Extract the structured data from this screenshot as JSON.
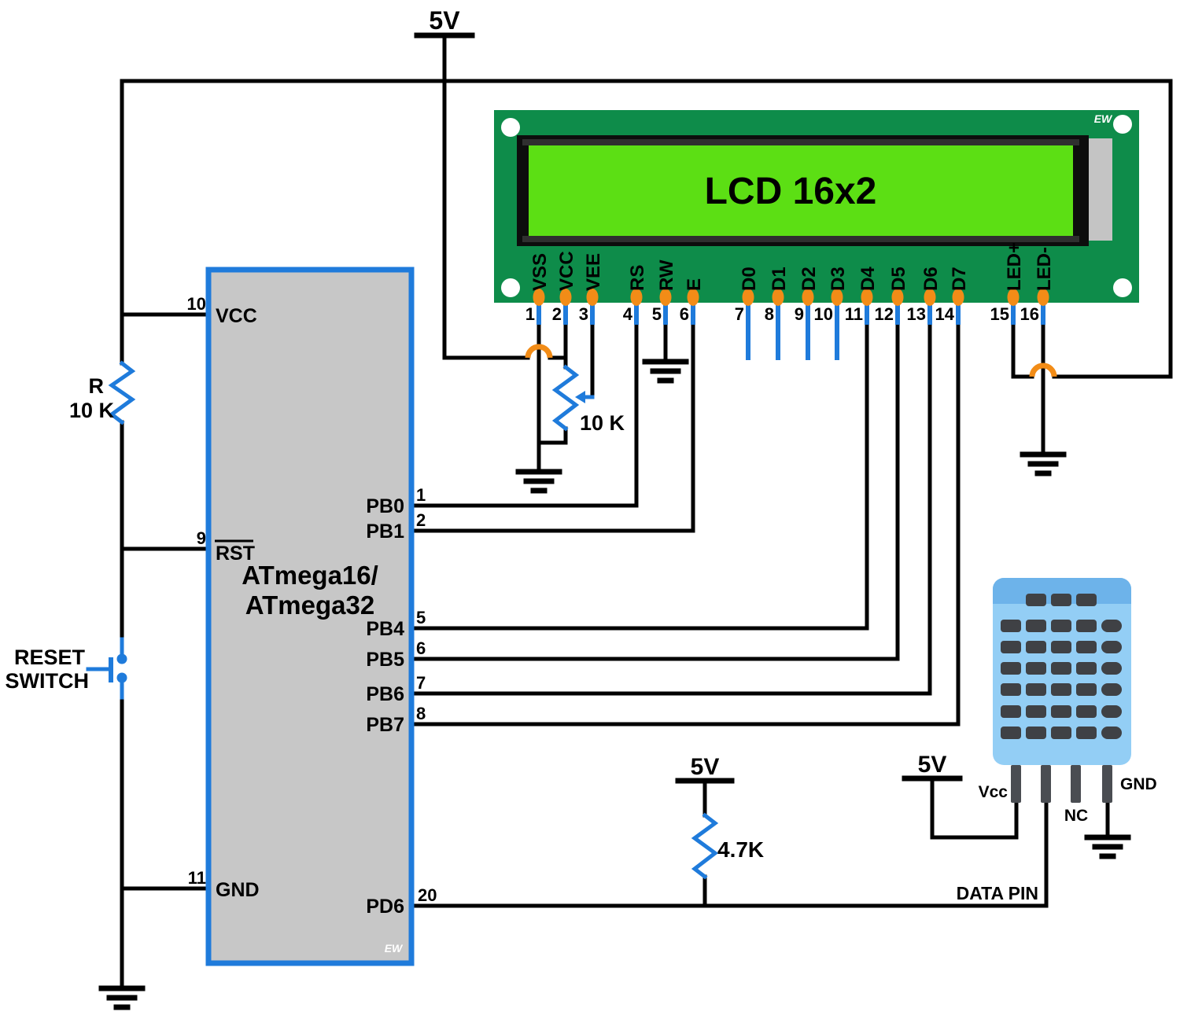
{
  "power": {
    "main": "5V",
    "pullup": "5V",
    "sensor": "5V"
  },
  "lcd": {
    "title": "LCD 16x2",
    "watermark": "EW",
    "pins": [
      {
        "num": "1",
        "label": "VSS"
      },
      {
        "num": "2",
        "label": "VCC"
      },
      {
        "num": "3",
        "label": "VEE"
      },
      {
        "num": "4",
        "label": "RS"
      },
      {
        "num": "5",
        "label": "RW"
      },
      {
        "num": "6",
        "label": "E"
      },
      {
        "num": "7",
        "label": "D0"
      },
      {
        "num": "8",
        "label": "D1"
      },
      {
        "num": "9",
        "label": "D2"
      },
      {
        "num": "10",
        "label": "D3"
      },
      {
        "num": "11",
        "label": "D4"
      },
      {
        "num": "12",
        "label": "D5"
      },
      {
        "num": "13",
        "label": "D6"
      },
      {
        "num": "14",
        "label": "D7"
      },
      {
        "num": "15",
        "label": "LED+"
      },
      {
        "num": "16",
        "label": "LED-"
      }
    ]
  },
  "mcu": {
    "line1": "ATmega16/",
    "line2": "ATmega32",
    "watermark": "EW",
    "left_pins": [
      {
        "num": "10",
        "label": "VCC"
      },
      {
        "num": "9",
        "label": "RST",
        "overline": true
      },
      {
        "num": "11",
        "label": "GND"
      }
    ],
    "right_pins": [
      {
        "num": "1",
        "label": "PB0"
      },
      {
        "num": "2",
        "label": "PB1"
      },
      {
        "num": "5",
        "label": "PB4"
      },
      {
        "num": "6",
        "label": "PB5"
      },
      {
        "num": "7",
        "label": "PB6"
      },
      {
        "num": "8",
        "label": "PB7"
      },
      {
        "num": "20",
        "label": "PD6"
      }
    ]
  },
  "reset_switch": {
    "line1": "RESET",
    "line2": "SWITCH"
  },
  "resistor_r": {
    "name": "R",
    "value": "10 K"
  },
  "pot": {
    "value": "10 K"
  },
  "resistor_47k": {
    "value": "4.7K"
  },
  "dht11": {
    "vcc": "Vcc",
    "nc": "NC",
    "gnd": "GND",
    "data_pin": "DATA PIN"
  },
  "colors": {
    "wire": "#000000",
    "blue": "#1f7bdb",
    "orange": "#f28c17",
    "pcb_green": "#0e8c4a",
    "screen_green": "#5cdf14",
    "bezel_black": "#0d0d0d",
    "chip_gray": "#c7c7c7",
    "chip_border_blue": "#1f7bdb",
    "dht_body": "#93cef5",
    "dht_band": "#6db3ea",
    "dht_dark": "#3f4145",
    "dht_pin": "#4a4d52",
    "tab_gray": "#c4c4c4",
    "strip_gray": "#2f2f2f"
  }
}
